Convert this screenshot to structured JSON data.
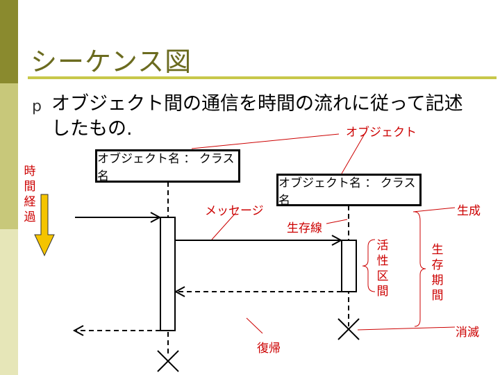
{
  "title": "シーケンス図",
  "bullet": {
    "marker": "p",
    "text": "オブジェクト間の通信を時間の流れに従って記述したもの."
  },
  "time_axis_label": "時間経過",
  "objects": [
    {
      "label": "オブジェクト名 ： クラス名"
    },
    {
      "label": "オブジェクト名 ： クラス名"
    }
  ],
  "annotations": {
    "object": "オブジェクト",
    "message": "メッセージ",
    "lifeline": "生存線",
    "activation": "活性区間",
    "lifetime": "生存期間",
    "create": "生成",
    "destroy": "消滅",
    "return": "復帰"
  },
  "colors": {
    "accent": "#cc0000",
    "title": "#6b6b1f",
    "rule": "#c8c84a",
    "stripe_dark": "#8a8a2e",
    "stripe_light": "#c8c87a",
    "arrow_fill": "#f5c400"
  }
}
